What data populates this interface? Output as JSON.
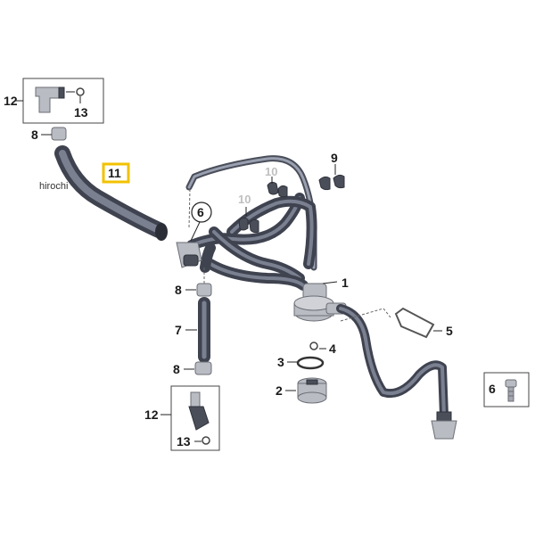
{
  "watermark": "hirochi",
  "labels": {
    "l12_top": "12",
    "l13_top": "13",
    "l8_top": "8",
    "l11": "11",
    "l6_circle": "6",
    "l10_a": "10",
    "l10_b": "10",
    "l9": "9",
    "l1": "1",
    "l8_mid": "8",
    "l7": "7",
    "l5": "5",
    "l4": "4",
    "l3": "3",
    "l8_low": "8",
    "l2": "2",
    "l6_box": "6",
    "l12_bottom": "12",
    "l13_bottom": "13"
  },
  "colors": {
    "highlight": "#f2c200",
    "hose": "#3f4350",
    "grey_label": "#c0c0c0"
  }
}
